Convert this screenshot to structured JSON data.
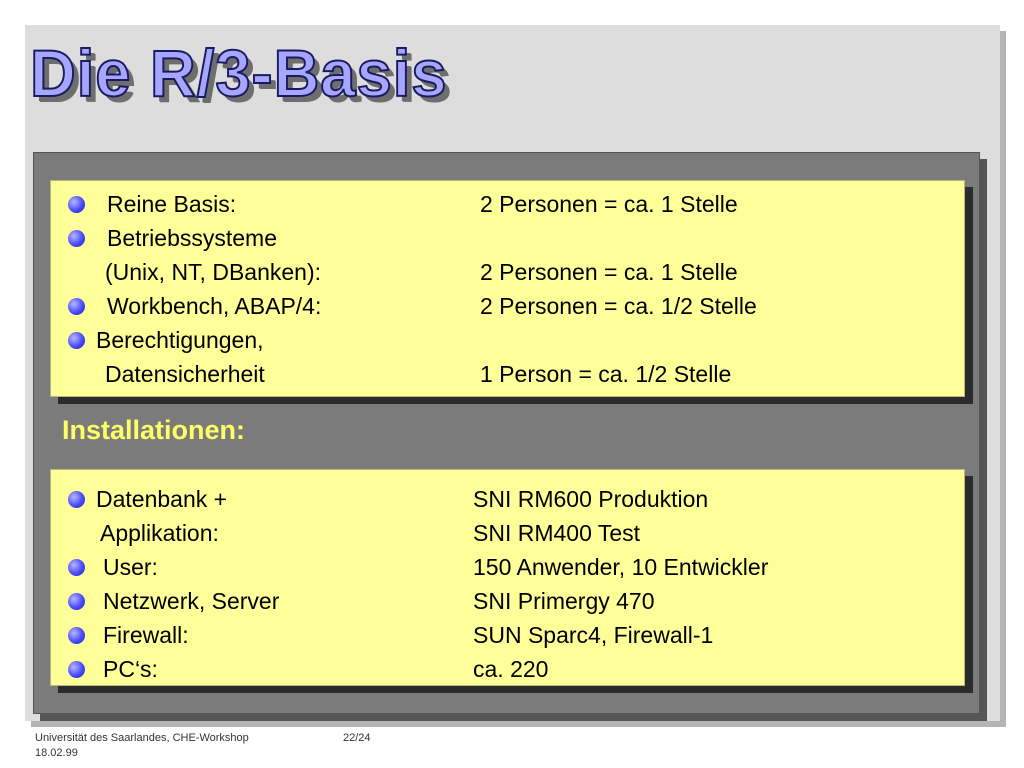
{
  "title": "Die R/3-Basis",
  "box1": {
    "rows": [
      {
        "bullet": true,
        "label": "Reine Basis:",
        "value": "2 Personen = ca. 1 Stelle"
      },
      {
        "bullet": true,
        "label": "Betriebssysteme",
        "value": ""
      },
      {
        "bullet": false,
        "label": "(Unix, NT, DBanken):",
        "value": "2 Personen = ca. 1 Stelle"
      },
      {
        "bullet": true,
        "label": "Workbench, ABAP/4:",
        "value": "2 Personen = ca. 1/2 Stelle"
      },
      {
        "bullet": true,
        "label": "Berechtigungen,",
        "value": ""
      },
      {
        "bullet": false,
        "label": "Datensicherheit",
        "value": "1 Person = ca. 1/2 Stelle"
      }
    ]
  },
  "section_heading": "Installationen:",
  "box2": {
    "rows": [
      {
        "bullet": true,
        "label": "Datenbank +",
        "value": "SNI RM600 Produktion"
      },
      {
        "bullet": false,
        "label": "Applikation:",
        "value": "SNI RM400 Test"
      },
      {
        "bullet": true,
        "label": "User:",
        "value": "150 Anwender, 10 Entwickler"
      },
      {
        "bullet": true,
        "label": "Netzwerk, Server",
        "value": "SNI Primergy 470"
      },
      {
        "bullet": true,
        "label": "Firewall:",
        "value": "SUN Sparc4, Firewall-1"
      },
      {
        "bullet": true,
        "label": "PC‘s:",
        "value": "ca. 220"
      }
    ]
  },
  "footer": {
    "org": "Universität des Saarlandes, CHE-Workshop",
    "date": "18.02.99",
    "page": "22/24"
  },
  "colors": {
    "box_fill": "#ffff9a",
    "panel": "#7b7b7b",
    "heading": "#ffff66",
    "bullet": "#4a4aff",
    "title_fill": "#a6a6ff"
  }
}
